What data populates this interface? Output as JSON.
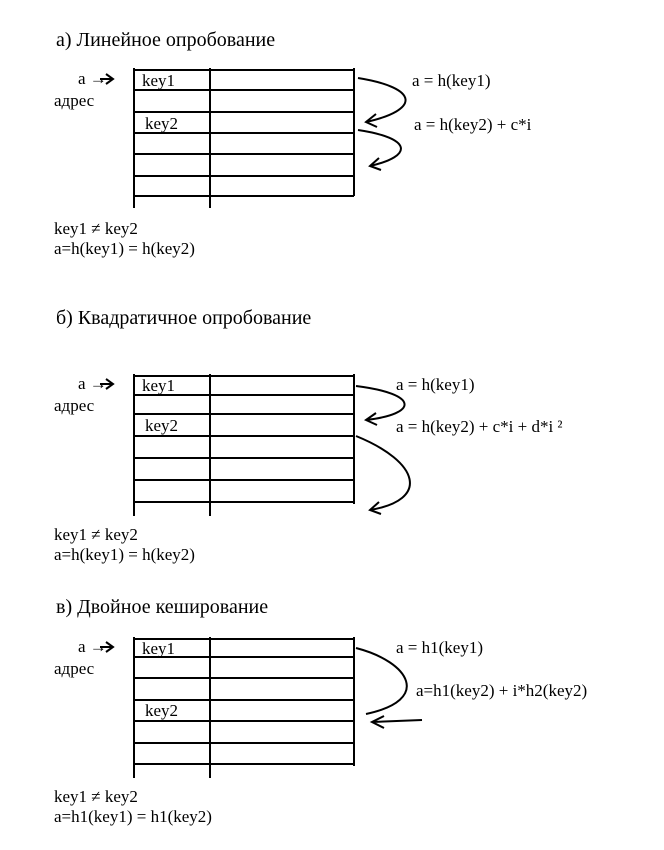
{
  "sections": [
    {
      "title": "а) Линейное опробование",
      "pointer": "а →",
      "address": "адрес",
      "key1": "key1",
      "key2": "key2",
      "formula1": "a = h(key1)",
      "formula2": "a = h(key2) + c*i",
      "note1": "key1 ≠ key2",
      "note2": "a=h(key1) = h(key2)"
    },
    {
      "title": "б) Квадратичное опробование",
      "pointer": "а →",
      "address": "адрес",
      "key1": "key1",
      "key2": "key2",
      "formula1": "a = h(key1)",
      "formula2": "a = h(key2) + c*i + d*i ²",
      "note1": "key1 ≠ key2",
      "note2": "a=h(key1) = h(key2)"
    },
    {
      "title": "в) Двойное кеширование",
      "pointer": "а →",
      "address": "адрес",
      "key1": "key1",
      "key2": "key2",
      "formula1": "a = h1(key1)",
      "formula2": "a=h1(key2) + i*h2(key2)",
      "note1": "key1 ≠ key2",
      "note2": "a=h1(key1) = h1(key2)"
    }
  ]
}
